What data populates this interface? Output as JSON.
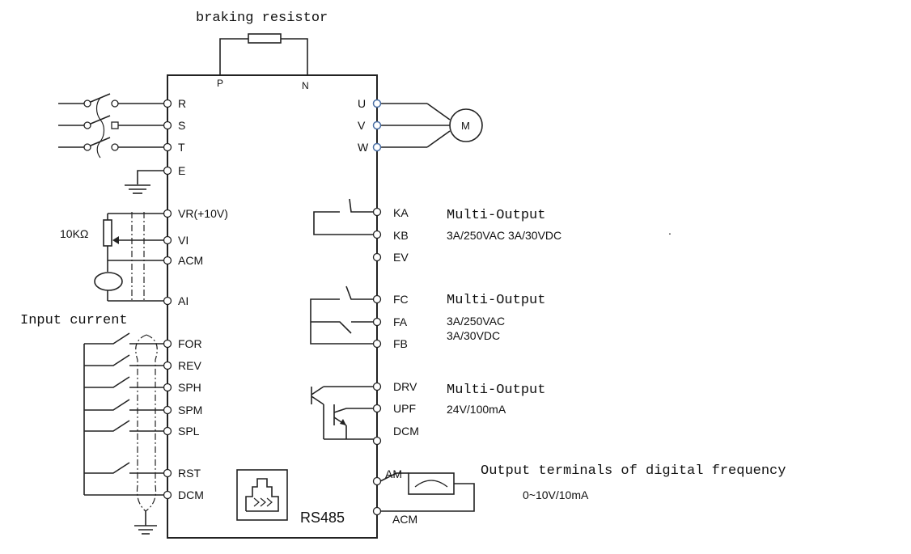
{
  "title": "braking resistor",
  "bus_labels": {
    "p": "P",
    "n": "N"
  },
  "input_terminals": {
    "r": "R",
    "s": "S",
    "t": "T",
    "e": "E",
    "vr": "VR(+10V)",
    "vi": "VI",
    "acm": "ACM",
    "ai": "AI",
    "for": "FOR",
    "rev": "REV",
    "sph": "SPH",
    "spm": "SPM",
    "spl": "SPL",
    "rst": "RST",
    "dcm": "DCM"
  },
  "output_terminals": {
    "u": "U",
    "v": "V",
    "w": "W",
    "ka": "KA",
    "kb": "KB",
    "ev": "EV",
    "fc": "FC",
    "fa": "FA",
    "fb": "FB",
    "drv": "DRV",
    "upf": "UPF",
    "dcm": "DCM",
    "am": "AM",
    "acm": "ACM"
  },
  "motor_label": "M",
  "potentiometer_label": "10KΩ",
  "input_current_label": "Input current",
  "relay1": {
    "title": "Multi-Output",
    "rating": "3A/250VAC 3A/30VDC"
  },
  "relay2": {
    "title": "Multi-Output",
    "rating1": "3A/250VAC",
    "rating2": "3A/30VDC"
  },
  "transistor": {
    "title": "Multi-Output",
    "rating": "24V/100mA"
  },
  "digital_output": {
    "title": "Output terminals of digital frequency",
    "range": "0~10V/10mA"
  },
  "rs485_label": "RS485",
  "dot_mark": "."
}
